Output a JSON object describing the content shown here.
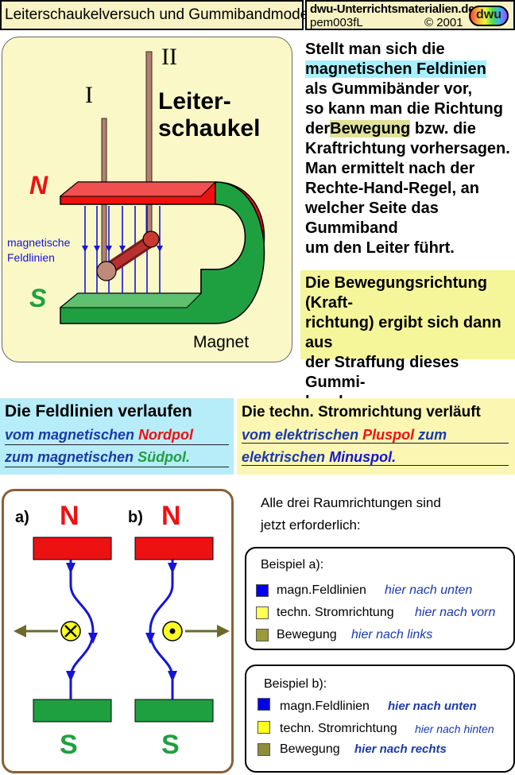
{
  "header": {
    "title": "Leiterschaukelversuch und Gummibandmodell:",
    "source_site": "dwu-Unterrichtsmaterialien.de",
    "code": "pem003fL",
    "copyright": "© 2001",
    "logo_text": "dwu"
  },
  "figure": {
    "label_I": "I",
    "label_II": "II",
    "leiter_line1": "Leiter-",
    "leiter_line2": "schaukel",
    "pole_N": "N",
    "pole_S": "S",
    "field_label_1": "magnetische",
    "field_label_2": "Feldlinien",
    "magnet_label": "Magnet"
  },
  "explanation": {
    "l1": "Stellt man sich die",
    "l2_hl": "magnetischen Feldinien",
    "l3": "als Gummibänder vor,",
    "l4": "so kann man die Richtung",
    "l5_pre": "der",
    "l5_hl": "Bewegung",
    "l5_post": "bzw. die",
    "l6": "Kraftrichtung vorhersagen.",
    "l7": "Man ermittelt nach der",
    "l8": "Rechte-Hand-Regel, an",
    "l9": "welcher Seite das Gummiband",
    "l10": "um den Leiter führt."
  },
  "bewegung_box": {
    "l1": "Die Bewegungsrichtung (Kraft-",
    "l2": "richtung) ergibt sich dann aus",
    "l3": "der Straffung dieses Gummi-",
    "l4": "bandes."
  },
  "feldlinien_box": {
    "title": "Die Feldlinien verlaufen",
    "l1_pre": "vom magnetischen",
    "l1_key": "Nordpol",
    "l2_pre": "zum magnetischen",
    "l2_key": "Südpol."
  },
  "strom_box": {
    "title": "Die techn. Stromrichtung verläuft",
    "l1_pre": "vom elektrischen",
    "l1_key": "Pluspol",
    "l1_post": "zum",
    "l2_pre": "elektrischen",
    "l2_key": "Minuspol."
  },
  "examples_diagram": {
    "a_label": "a)",
    "b_label": "b)",
    "pole_N": "N",
    "pole_S": "S"
  },
  "right_intro": {
    "l1": "Alle drei Raumrichtungen sind",
    "l2": "jetzt erforderlich:"
  },
  "beispiel_a": {
    "title": "Beispiel a):",
    "rows": [
      {
        "label": "magn.Feldlinien",
        "dir": "hier nach unten",
        "color": "#0000ee"
      },
      {
        "label": "techn. Stromrichtung",
        "dir": "hier nach vorn",
        "color": "#ffff55"
      },
      {
        "label": "Bewegung",
        "dir": "hier nach links",
        "color": "#9b9b3a"
      }
    ]
  },
  "beispiel_b": {
    "title": "Beispiel b):",
    "rows": [
      {
        "label": "magn.Feldlinien",
        "dir": "hier nach unten",
        "color": "#0000ee"
      },
      {
        "label": "techn. Stromrichtung",
        "dir": "hier nach hinten",
        "color": "#ffff22"
      },
      {
        "label": "Bewegung",
        "dir": "hier nach rechts",
        "color": "#8e8e38"
      }
    ]
  },
  "colors": {
    "north_red": "#ee1111",
    "south_green": "#1fa040",
    "field_blue": "#1414d8",
    "panel_yellow": "#fbf8c8",
    "cyan_box": "#b7ecf9",
    "olive_arrow": "#6b6a2a"
  }
}
